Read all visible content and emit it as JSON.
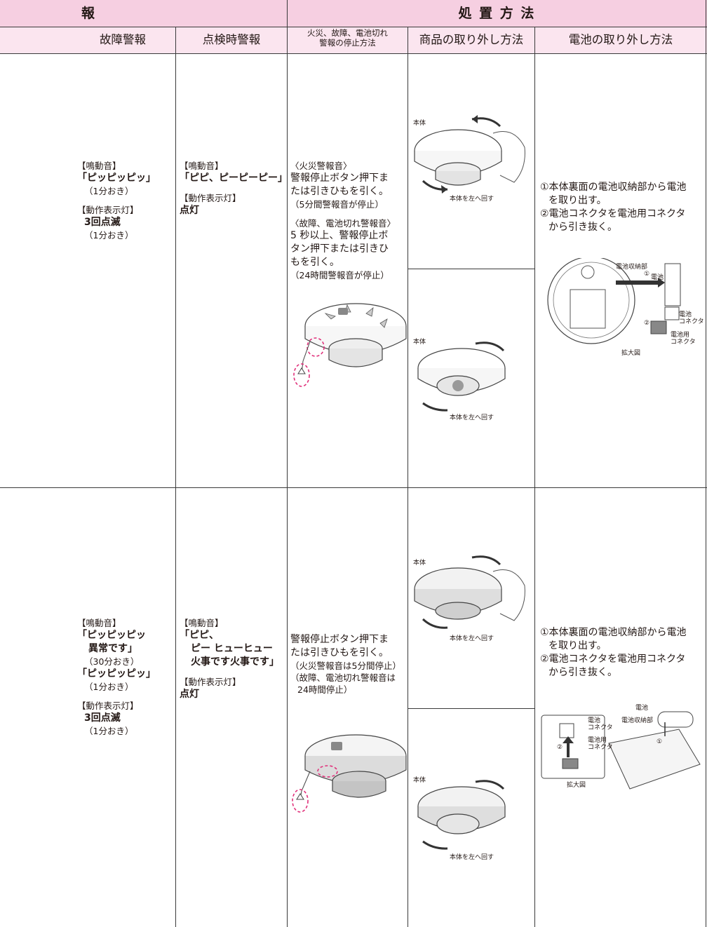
{
  "header": {
    "group_left": "報",
    "group_right": "処 置 方 法",
    "col_fault": "故障警報",
    "col_check": "点検時警報",
    "col_stop": "火災、故障、電池切れ\n警報の停止方法",
    "col_remove_product": "商品の取り外し方法",
    "col_remove_battery": "電池の取り外し方法"
  },
  "row1": {
    "fault": {
      "sound_label": "【鳴動音】",
      "sound_value": "「ピッピッピッ」",
      "sound_interval": "（1分おき）",
      "light_label": "【動作表示灯】",
      "light_value": "3回点滅",
      "light_interval": "（1分おき）"
    },
    "check": {
      "sound_label": "【鳴動音】",
      "sound_value": "「ピピ、ピーピーピー」",
      "light_label": "【動作表示灯】",
      "light_value": "点灯"
    },
    "stop": {
      "fire_label": "〈火災警報音〉",
      "fire_line1": "警報停止ボタン押下ま",
      "fire_line2": "たは引きひもを引く。",
      "fire_note": "（5分間警報音が停止）",
      "fault_label": "〈故障、電池切れ警報音〉",
      "fault_line1": "5 秒以上、警報停止ボ",
      "fault_line2": "タン押下または引きひ",
      "fault_line3": "もを引く。",
      "fault_note": "（24時間警報音が停止）"
    },
    "remove_product": {
      "body_label": "本体",
      "rotate_label": "本体を左へ回す"
    },
    "remove_battery": {
      "step1_line1": "①本体裏面の電池収納部から電池",
      "step1_line2": "を取り出す。",
      "step2_line1": "②電池コネクタを電池用コネクタ",
      "step2_line2": "から引き抜く。",
      "img_battery_holder": "電池収納部",
      "img_battery": "電池",
      "img_num1": "①",
      "img_num2": "②",
      "img_battery_connector": "電池\nコネクタ",
      "img_connector_for_battery": "電池用\nコネクタ",
      "img_enlarged": "拡大図"
    }
  },
  "row2": {
    "fault": {
      "sound_label": "【鳴動音】",
      "sound_value1": "「ピッピッピッ",
      "sound_value2": "異常です」",
      "sound_interval1": "（30分おき）",
      "sound_value3": "「ピッピッピッ」",
      "sound_interval2": "（1分おき）",
      "light_label": "【動作表示灯】",
      "light_value": "3回点滅",
      "light_interval": "（1分おき）"
    },
    "check": {
      "sound_label": "【鳴動音】",
      "sound_value1": "「ピピ、",
      "sound_value2": "ピー ヒューヒュー",
      "sound_value3": "火事です火事です」",
      "light_label": "【動作表示灯】",
      "light_value": "点灯"
    },
    "stop": {
      "line1": "警報停止ボタン押下ま",
      "line2": "たは引きひもを引く。",
      "note1": "（火災警報音は5分間停止）",
      "note2": "（故障、電池切れ警報音は",
      "note3": "24時間停止）"
    },
    "remove_product": {
      "body_label": "本体",
      "rotate_label": "本体を左へ回す"
    },
    "remove_battery": {
      "step1_line1": "①本体裏面の電池収納部から電池",
      "step1_line2": "を取り出す。",
      "step2_line1": "②電池コネクタを電池用コネクタ",
      "step2_line2": "から引き抜く。",
      "img_battery": "電池",
      "img_battery_holder": "電池収納部",
      "img_battery_connector": "電池\nコネクタ",
      "img_connector_for_battery": "電池用\nコネクタ",
      "img_num1": "①",
      "img_num2": "②",
      "img_enlarged": "拡大図"
    }
  }
}
